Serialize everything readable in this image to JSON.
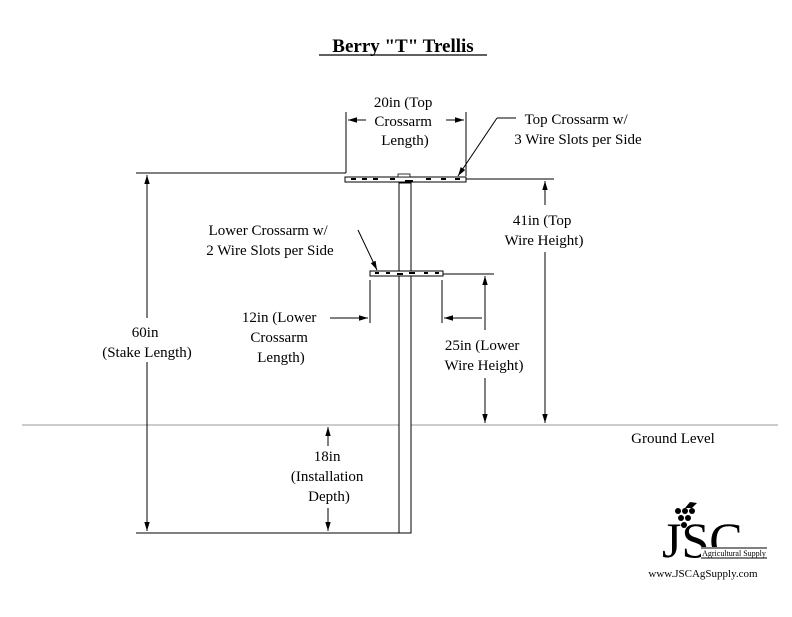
{
  "title": "Berry \"T\" Trellis",
  "labels": {
    "top_crossarm_length": [
      "20in (Top",
      "Crossarm",
      "Length)"
    ],
    "top_crossarm": [
      "Top Crossarm w/",
      "3 Wire Slots per Side"
    ],
    "lower_crossarm": [
      "Lower Crossarm w/",
      "2 Wire Slots per Side"
    ],
    "top_wire_height": [
      "41in (Top",
      "Wire Height)"
    ],
    "lower_crossarm_length": [
      "12in (Lower",
      "Crossarm",
      "Length)"
    ],
    "stake_length": [
      "60in",
      "(Stake Length)"
    ],
    "lower_wire_height": [
      "25in (Lower",
      "Wire Height)"
    ],
    "installation_depth": [
      "18in",
      "(Installation",
      "Depth)"
    ],
    "ground_level": "Ground Level"
  },
  "logo": {
    "mark": "JSC",
    "tagline": "Agricultural Supply",
    "url": "www.JSCAgSupply.com"
  }
}
